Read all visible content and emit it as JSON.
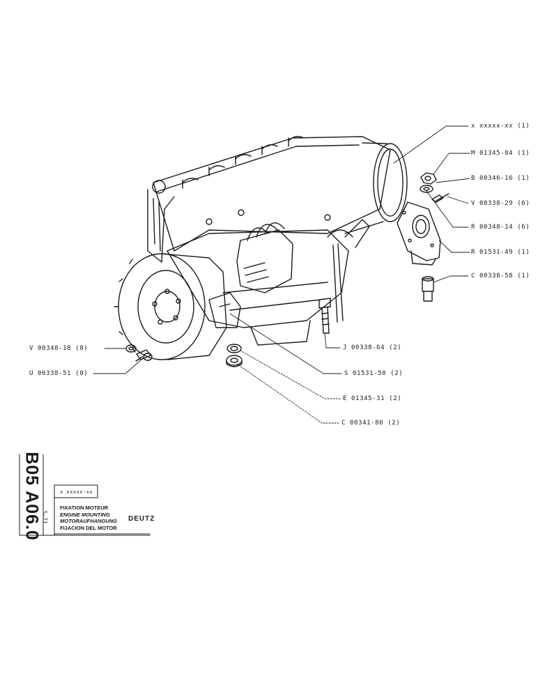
{
  "callouts": [
    {
      "code": "x xxxxx-xx (1)"
    },
    {
      "code": "M 01345-84 (1)"
    },
    {
      "code": "B 00346-16 (1)"
    },
    {
      "code": "V 00338-29 (6)"
    },
    {
      "code": "R 00348-14 (6)"
    },
    {
      "code": "R 01531-49 (1)"
    },
    {
      "code": "C 00338-58 (1)"
    },
    {
      "code": "V 00348-18 (8)"
    },
    {
      "code": "U 00338-51 (8)"
    },
    {
      "code": "J 00338-64 (2)"
    },
    {
      "code": "S 01531-50 (2)"
    },
    {
      "code": "E 01345-31 (2)"
    },
    {
      "code": "C 00341-80 (2)"
    }
  ],
  "title_block": {
    "drawing_code": "B05 A06.0",
    "date": "5-71",
    "ref": "x xxxxx-xx",
    "title_fr": "FIXATION MOTEUR",
    "title_en": "ENGINE MOUNTING",
    "title_de": "MOTORAUFHANGUNG",
    "title_es": "FIJACION DEL MOTOR",
    "brand": "DEUTZ"
  },
  "colors": {
    "ink": "#1a1a1a",
    "paper": "#ffffff"
  }
}
